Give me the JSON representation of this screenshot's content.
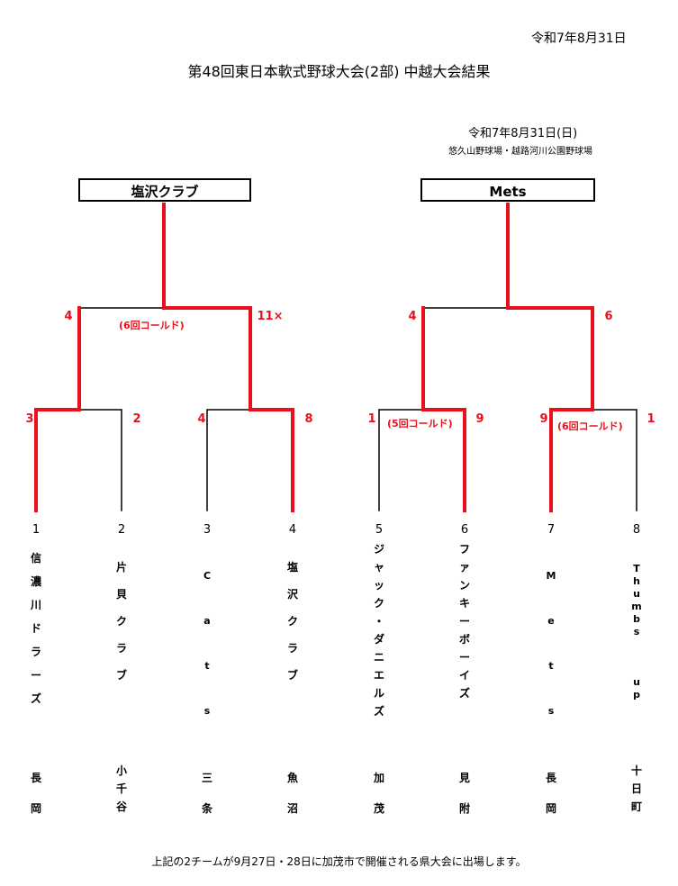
{
  "header": {
    "date_top": "令和7年8月31日",
    "title": "第48回東日本軟式野球大会(2部) 中越大会結果",
    "match_date": "令和7年8月31日(日)",
    "venue": "悠久山野球場・越路河川公園野球場"
  },
  "winners": {
    "left": "塩沢クラブ",
    "right": "Mets"
  },
  "scores": {
    "l_semi_a": "4",
    "l_semi_b": "11×",
    "l_semi_note": "(6回コールド)",
    "r_semi_a": "4",
    "r_semi_b": "6",
    "m1_a": "3",
    "m1_b": "2",
    "m2_a": "4",
    "m2_b": "8",
    "m3_a": "1",
    "m3_b": "9",
    "m3_note": "(5回コールド)",
    "m4_a": "9",
    "m4_b": "1",
    "m4_note": "(6回コールド)"
  },
  "teams": [
    {
      "num": "1",
      "name": [
        "信",
        "濃",
        "川",
        "ド",
        "ラ",
        "ー",
        "ズ"
      ],
      "town": [
        "長",
        "岡"
      ]
    },
    {
      "num": "2",
      "name": [
        "片",
        "貝",
        "ク",
        "ラ",
        "ブ"
      ],
      "town": [
        "小",
        "千",
        "谷"
      ]
    },
    {
      "num": "3",
      "name": [
        "C",
        "a",
        "t",
        "s"
      ],
      "town": [
        "三",
        "条"
      ]
    },
    {
      "num": "4",
      "name": [
        "塩",
        "沢",
        "ク",
        "ラ",
        "ブ"
      ],
      "town": [
        "魚",
        "沼"
      ]
    },
    {
      "num": "5",
      "name": [
        "ジ",
        "ャ",
        "ッ",
        "ク",
        "・",
        "ダ",
        "ニ",
        "エ",
        "ル",
        "ズ"
      ],
      "town": [
        "加",
        "茂"
      ]
    },
    {
      "num": "6",
      "name": [
        "フ",
        "ァ",
        "ン",
        "キ",
        "ー",
        "ボ",
        "ー",
        "イ",
        "ズ"
      ],
      "town": [
        "見",
        "附"
      ]
    },
    {
      "num": "7",
      "name": [
        "M",
        "e",
        "t",
        "s"
      ],
      "town": [
        "長",
        "岡"
      ]
    },
    {
      "num": "8",
      "name": [
        "T",
        "h",
        "u",
        "m",
        "b",
        "s",
        "",
        "u",
        "p"
      ],
      "town": [
        "十",
        "日",
        "町"
      ]
    }
  ],
  "footer": "上記の2チームが9月27日・28日に加茂市で開催される県大会に出場します。",
  "colors": {
    "winner_line": "#e8101a",
    "normal_line": "#000000"
  }
}
